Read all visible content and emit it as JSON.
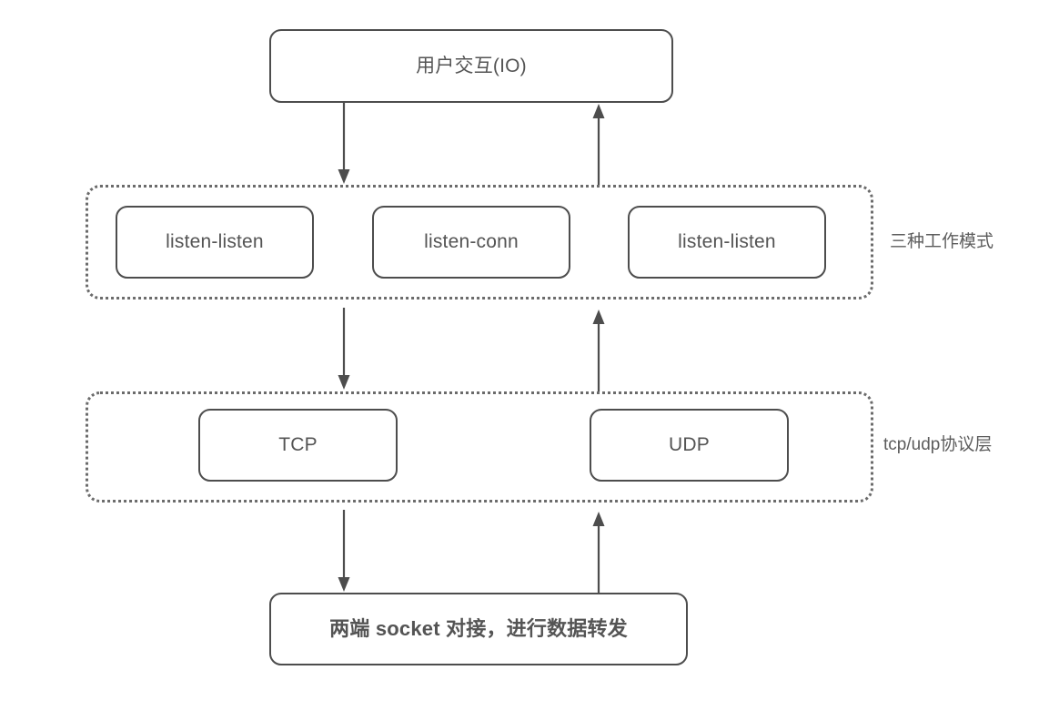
{
  "diagram": {
    "title_node": {
      "label": "用户交互(IO)"
    },
    "mode_group": {
      "caption": "三种工作模式",
      "nodes": [
        {
          "label": "listen-listen"
        },
        {
          "label": "listen-conn"
        },
        {
          "label": "listen-listen"
        }
      ]
    },
    "protocol_group": {
      "caption": "tcp/udp协议层",
      "nodes": [
        {
          "label": "TCP"
        },
        {
          "label": "UDP"
        }
      ]
    },
    "socket_node": {
      "label": "两端 socket 对接，进行数据转发"
    },
    "colors": {
      "node_border": "#4d4d4d",
      "group_border": "#6b6b6b",
      "text": "#545454",
      "arrow": "#4d4d4d",
      "background": "#ffffff"
    },
    "arrows": [
      {
        "name": "io-to-modes",
        "direction": "down"
      },
      {
        "name": "modes-to-io",
        "direction": "up"
      },
      {
        "name": "modes-to-protocol",
        "direction": "down"
      },
      {
        "name": "protocol-to-modes",
        "direction": "up"
      },
      {
        "name": "protocol-to-socket",
        "direction": "down"
      },
      {
        "name": "socket-to-protocol",
        "direction": "up"
      }
    ]
  }
}
